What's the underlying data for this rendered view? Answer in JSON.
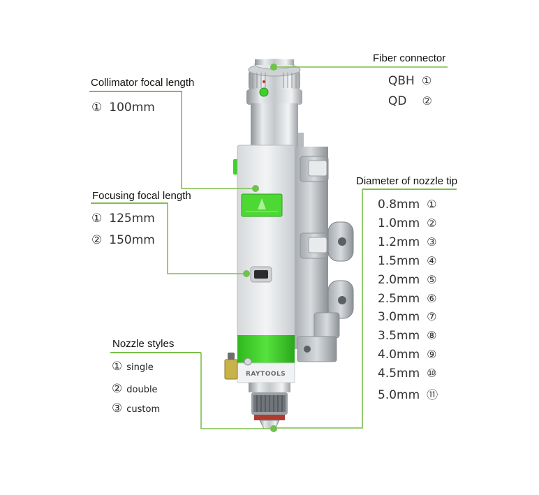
{
  "theme": {
    "accent": "#7cbf4a",
    "head_green": "#3fd12a"
  },
  "fiber": {
    "heading": "Fiber connector",
    "options": [
      {
        "label": "QBH",
        "mark": "①"
      },
      {
        "label": "QD",
        "mark": "②"
      }
    ]
  },
  "collimator": {
    "heading": "Collimator focal length",
    "options": [
      {
        "mark": "①",
        "label": "100mm"
      }
    ]
  },
  "focusing": {
    "heading": "Focusing focal length",
    "options": [
      {
        "mark": "①",
        "label": "125mm"
      },
      {
        "mark": "②",
        "label": "150mm"
      }
    ]
  },
  "nozzle_diameter": {
    "heading": "Diameter of nozzle tip",
    "options": [
      {
        "label": "0.8mm",
        "mark": "①"
      },
      {
        "label": "1.0mm",
        "mark": "②"
      },
      {
        "label": "1.2mm",
        "mark": "③"
      },
      {
        "label": "1.5mm",
        "mark": "④"
      },
      {
        "label": "2.0mm",
        "mark": "⑤"
      },
      {
        "label": "2.5mm",
        "mark": "⑥"
      },
      {
        "label": "3.0mm",
        "mark": "⑦"
      },
      {
        "label": "3.5mm",
        "mark": "⑧"
      },
      {
        "label": "4.0mm",
        "mark": "⑨"
      },
      {
        "label": "4.5mm",
        "mark": "⑩"
      },
      {
        "label": "5.0mm",
        "mark": "⑪"
      }
    ]
  },
  "nozzle_styles": {
    "heading": "Nozzle styles",
    "options": [
      {
        "mark": "①",
        "label": "single"
      },
      {
        "mark": "②",
        "label": "double"
      },
      {
        "mark": "③",
        "label": "custom"
      }
    ]
  },
  "product": {
    "brand": "RAYTOOLS"
  }
}
